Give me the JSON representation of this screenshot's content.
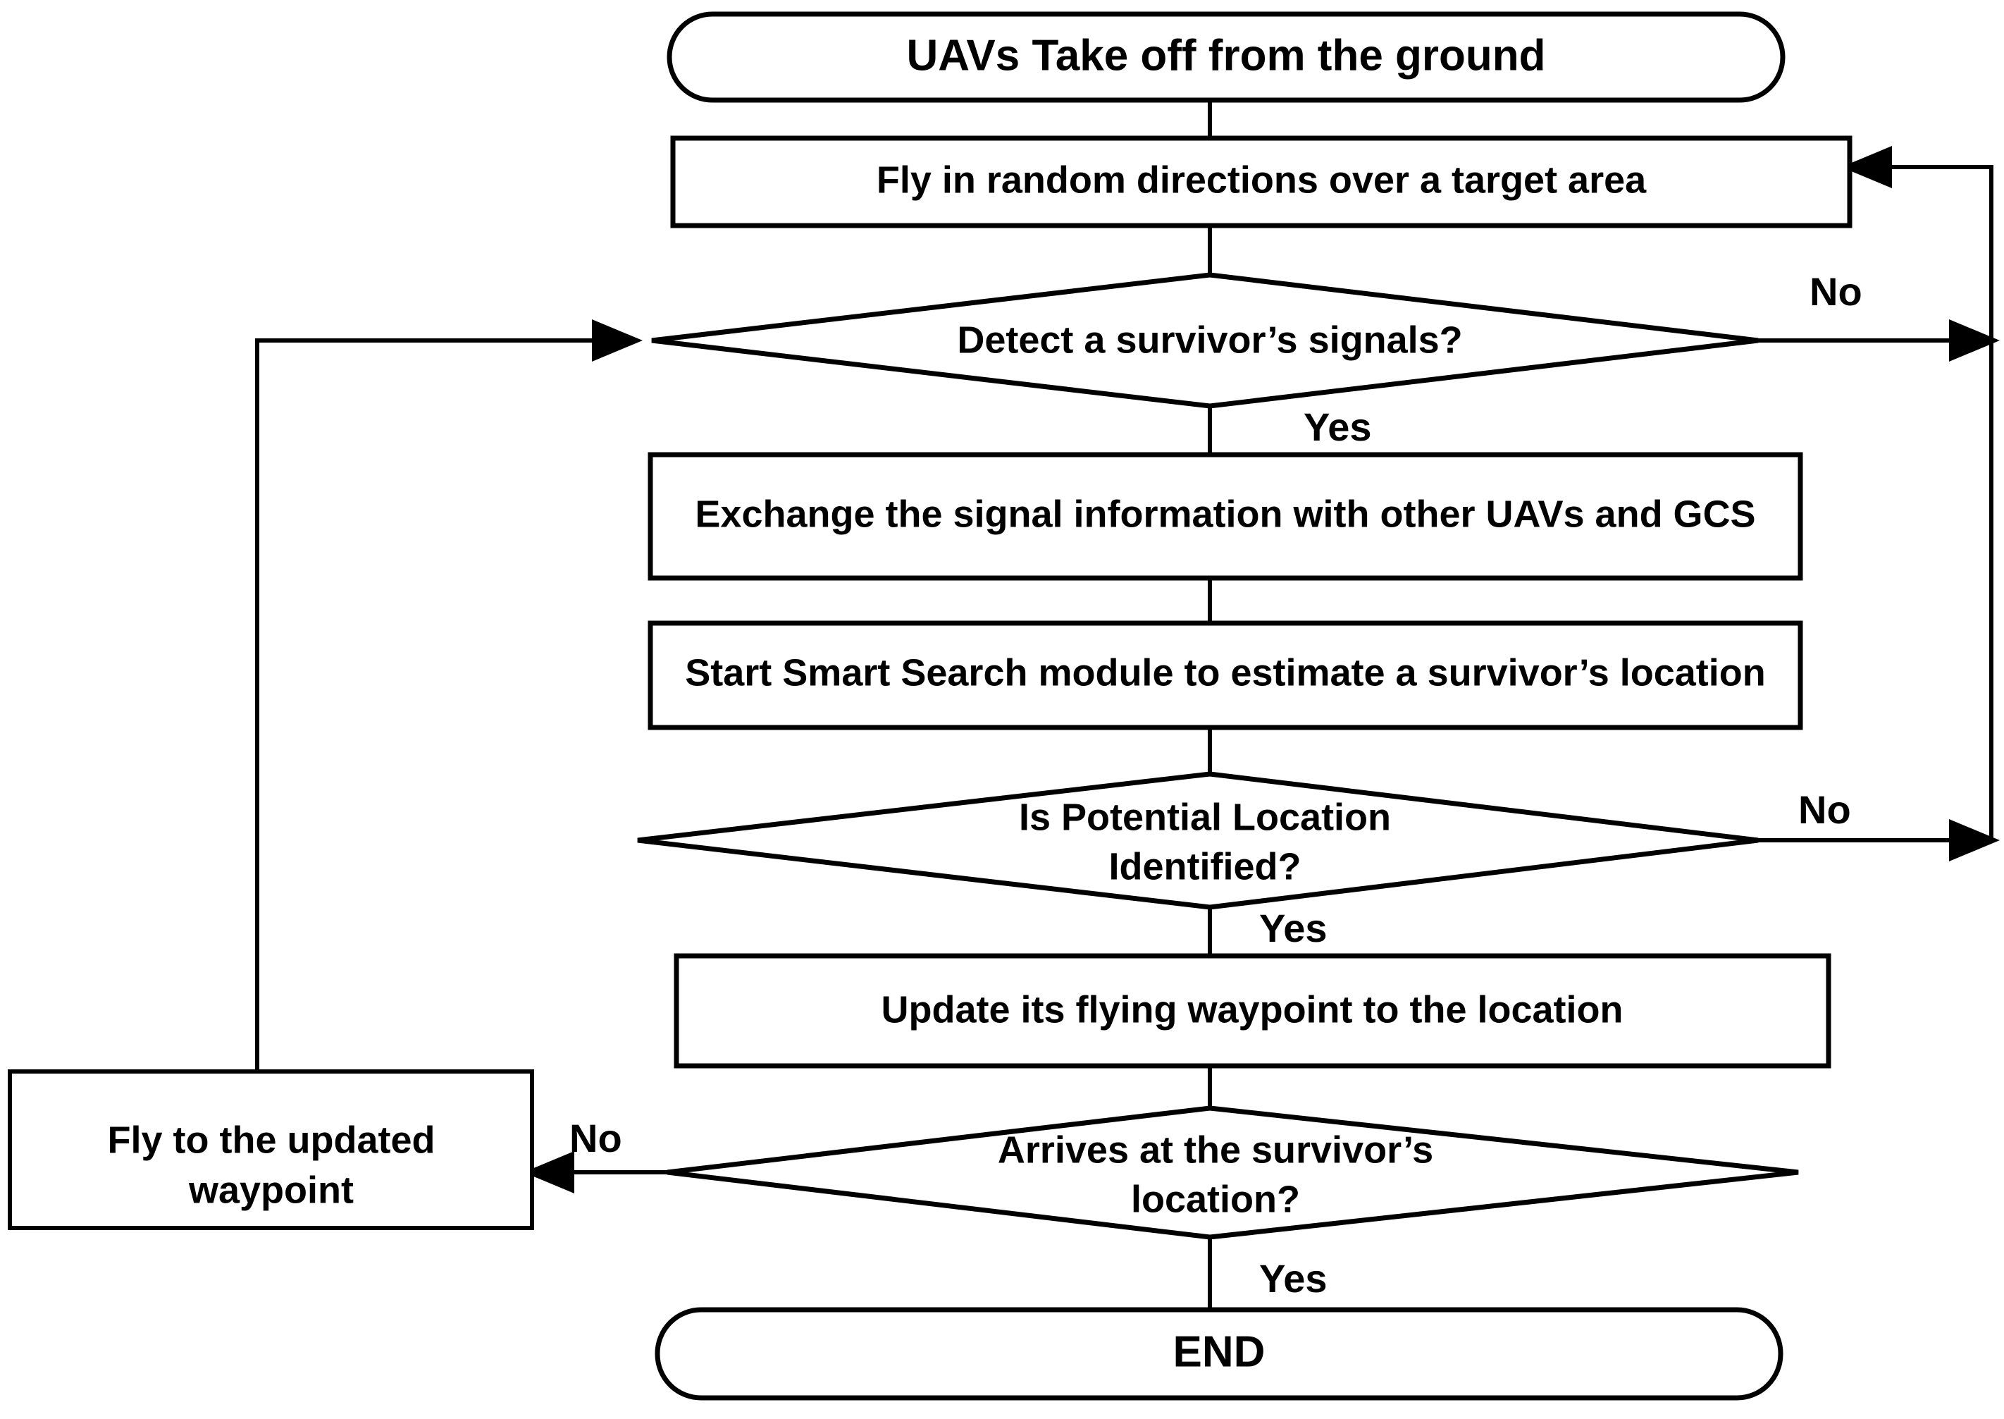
{
  "diagram": {
    "title": "UAV survivor search flowchart",
    "colors": {
      "stroke": "#000000",
      "fill": "#ffffff",
      "text": "#000000"
    },
    "nodes": {
      "start": {
        "label": "UAVs Take off from the ground",
        "shape": "terminal"
      },
      "fly_random": {
        "label": "Fly in random directions over a target area",
        "shape": "process"
      },
      "detect_signal": {
        "label": "Detect a survivor’s signals?",
        "shape": "decision"
      },
      "exchange_info": {
        "label": "Exchange the signal information with other UAVs and GCS",
        "shape": "process"
      },
      "smart_search": {
        "label": "Start Smart Search module to estimate a survivor’s location",
        "shape": "process"
      },
      "potential_location_line1": {
        "label": "Is Potential Location",
        "shape": "decision"
      },
      "potential_location_line2": {
        "label": "Identified?",
        "shape": "decision"
      },
      "update_waypoint": {
        "label": "Update its flying waypoint to the location",
        "shape": "process"
      },
      "arrives_line1": {
        "label": "Arrives at the survivor’s",
        "shape": "decision"
      },
      "arrives_line2": {
        "label": "location?",
        "shape": "decision"
      },
      "fly_updated_line1": {
        "label": "Fly to the updated",
        "shape": "process"
      },
      "fly_updated_line2": {
        "label": "waypoint",
        "shape": "process"
      },
      "end": {
        "label": "END",
        "shape": "terminal"
      }
    },
    "edge_labels": {
      "detect_no": "No",
      "detect_yes": "Yes",
      "potential_no": "No",
      "potential_yes": "Yes",
      "arrives_no": "No",
      "arrives_yes": "Yes"
    }
  }
}
